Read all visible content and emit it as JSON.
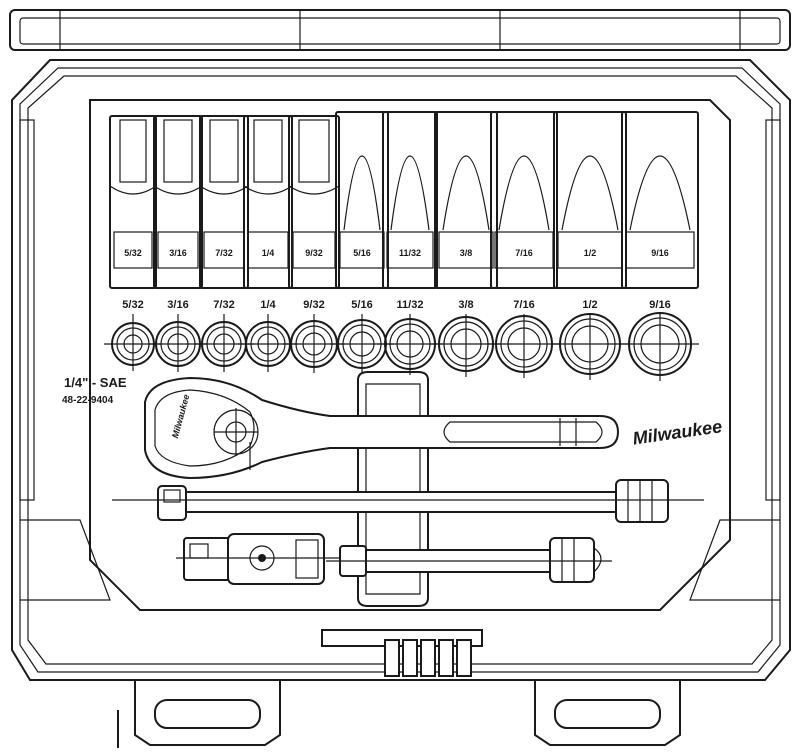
{
  "case": {
    "set_label": "1/4\" - SAE",
    "part_number": "48-22-9404",
    "brand": "Milwaukee"
  },
  "sizes": [
    "5/32",
    "3/16",
    "7/32",
    "1/4",
    "9/32",
    "5/16",
    "11/32",
    "3/8",
    "7/16",
    "1/2",
    "9/16"
  ],
  "colors": {
    "line": "#1a1a1a",
    "background": "#ffffff"
  }
}
